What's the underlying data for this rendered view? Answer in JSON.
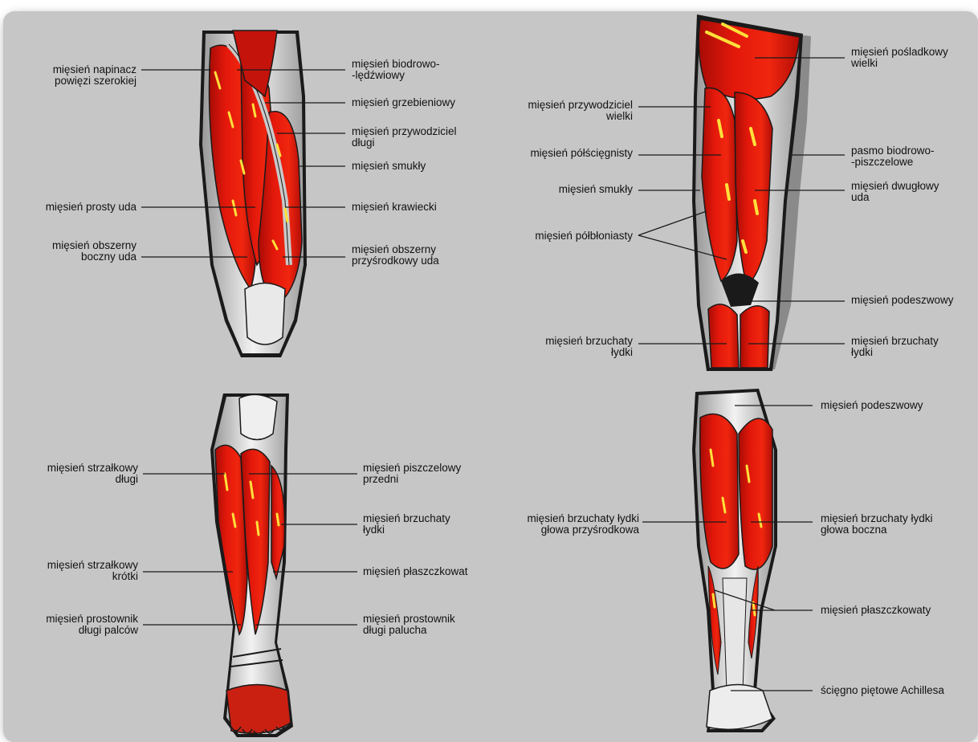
{
  "colors": {
    "background": "#c6c6c6",
    "muscle": "#e0160a",
    "muscle_dark": "#9a0a04",
    "highlight": "#ffe03a",
    "tendon": "#d9d9d9",
    "bone": "#ececec",
    "outline": "#1a1a1a",
    "shadow": "#8a8a8a"
  },
  "panels": {
    "thigh_front": {
      "left": {
        "napinacz": "mięsień napinacz\npowięzi szerokiej",
        "prosty": "mięsień prosty uda",
        "obszerny_boczny": "mięsień obszerny\nboczny uda"
      },
      "right": {
        "biodrowo": "mięsień biodrowo-\n-lędźwiowy",
        "grzebieniowy": "mięsień grzebieniowy",
        "przywodziciel_dlugi": "mięsień przywodziciel\ndługi",
        "smukly": "mięsień smukły",
        "krawiecki": "mięsień krawiecki",
        "obszerny_przysrodkowy": "mięsień obszerny\nprzyśrodkowy uda"
      }
    },
    "thigh_back": {
      "left": {
        "przywodziciel_wielki": "mięsień przywodziciel\nwielki",
        "polsciegnisty": "mięsień półścięgnisty",
        "smukly": "mięsień smukły",
        "polbloniasty": "mięsień półbłoniasty",
        "brzuchaty": "mięsień brzuchaty\nłydki"
      },
      "right": {
        "posladkowy": "mięsień pośladkowy\nwielki",
        "pasmo": "pasmo biodrowo-\n-piszczelowe",
        "dwuglowy": "mięsień dwugłowy\nuda",
        "podeszwowy": "mięsień podeszwowy",
        "brzuchaty": "mięsień brzuchaty\nłydki"
      }
    },
    "leg_front": {
      "left": {
        "strzalkowy_dlugi": "mięsień strzałkowy\ndługi",
        "strzalkowy_krotki": "mięsień strzałkowy\nkrótki",
        "prostownik_palcow": "mięsień prostownik\ndługi palców"
      },
      "right": {
        "piszczelowy": "mięsień piszczelowy\nprzedni",
        "brzuchaty": "mięsień brzuchaty\nłydki",
        "plaszczkowaty": "mięsień płaszczkowat",
        "prostownik_palucha": "mięsień prostownik\ndługi palucha"
      }
    },
    "leg_back": {
      "left": {
        "glowa_przysrodkowa": "mięsień brzuchaty łydki\ngłowa przyśrodkowa"
      },
      "right": {
        "podeszwowy": "mięsień podeszwowy",
        "glowa_boczna": "mięsień brzuchaty łydki\ngłowa boczna",
        "plaszczkowaty": "mięsień płaszczkowaty",
        "achilles": "ścięgno piętowe Achillesa"
      }
    }
  }
}
